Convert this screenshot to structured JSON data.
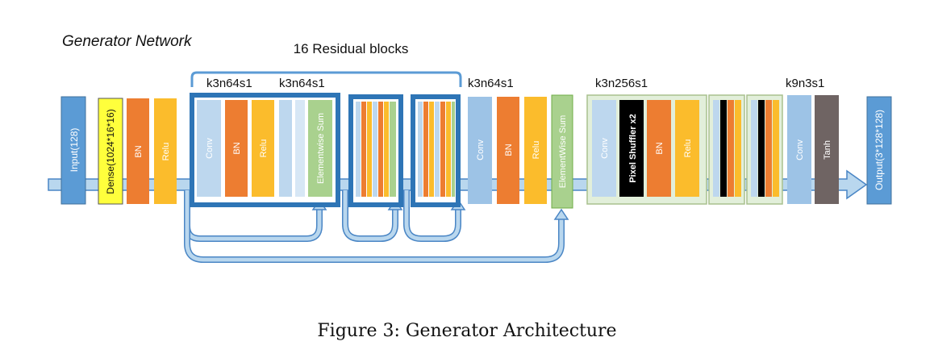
{
  "title": "Generator Network",
  "bracket_label": "16 Residual blocks",
  "caption": "Figure 3: Generator Architecture",
  "colors": {
    "input": "#5b9bd5",
    "dense": "#ffff3c",
    "bn": "#ed7d31",
    "relu": "#fbbc2c",
    "conv": "#bdd7ee",
    "sum": "#a9d18e",
    "block_border": "#2e75b6",
    "shuffler": "#000000",
    "tanh": "#6f6463",
    "upsample_bg": "#e2efda",
    "arrow_fill": "#b9d7ee",
    "arrow_stroke": "#4a86c5"
  },
  "annotations": [
    "k3n64s1",
    "k3n64s1",
    "k3n64s1",
    "k3n256s1",
    "k9n3s1"
  ],
  "layers": {
    "input": "Input(128)",
    "dense": "Dense(1024*16*16)",
    "bn": "BN",
    "relu": "Relu",
    "conv": "Conv",
    "sum": "Elementwise Sum",
    "sum2": "ElementWise Sum",
    "shuffler": "Pixel Shuffler x2",
    "tanh": "Tanh",
    "output": "Output(3*128*128)"
  }
}
